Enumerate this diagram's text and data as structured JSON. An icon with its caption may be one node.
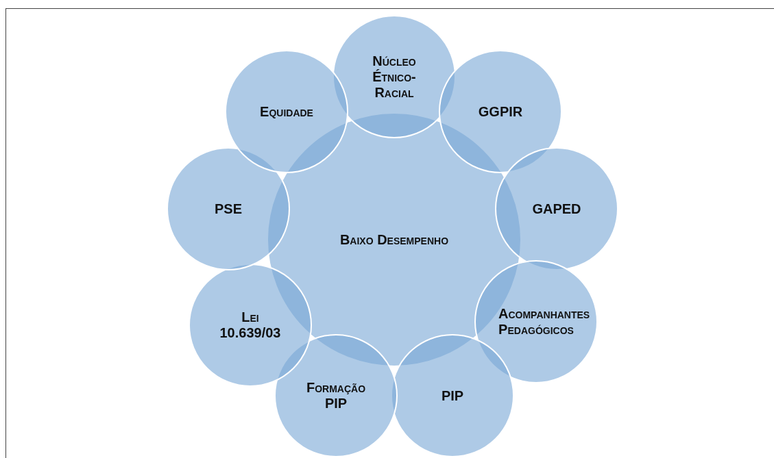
{
  "diagram": {
    "nodes": [
      {
        "text": [
          "Baixo Desempenho"
        ]
      },
      {
        "text": [
          "Núcleo Étnico-Racial"
        ]
      },
      {
        "text": [
          "GGPIR"
        ]
      },
      {
        "text": [
          "GAPED"
        ]
      },
      {
        "text": [
          "Acompanhantes Pedagógicos"
        ]
      },
      {
        "text": [
          "PIP"
        ]
      },
      {
        "text": [
          "Formação PIP"
        ]
      },
      {
        "text": [
          "Lei 10.639/03"
        ]
      },
      {
        "text": [
          "PSE"
        ]
      },
      {
        "text": [
          "Equidade"
        ]
      }
    ],
    "edges": []
  }
}
